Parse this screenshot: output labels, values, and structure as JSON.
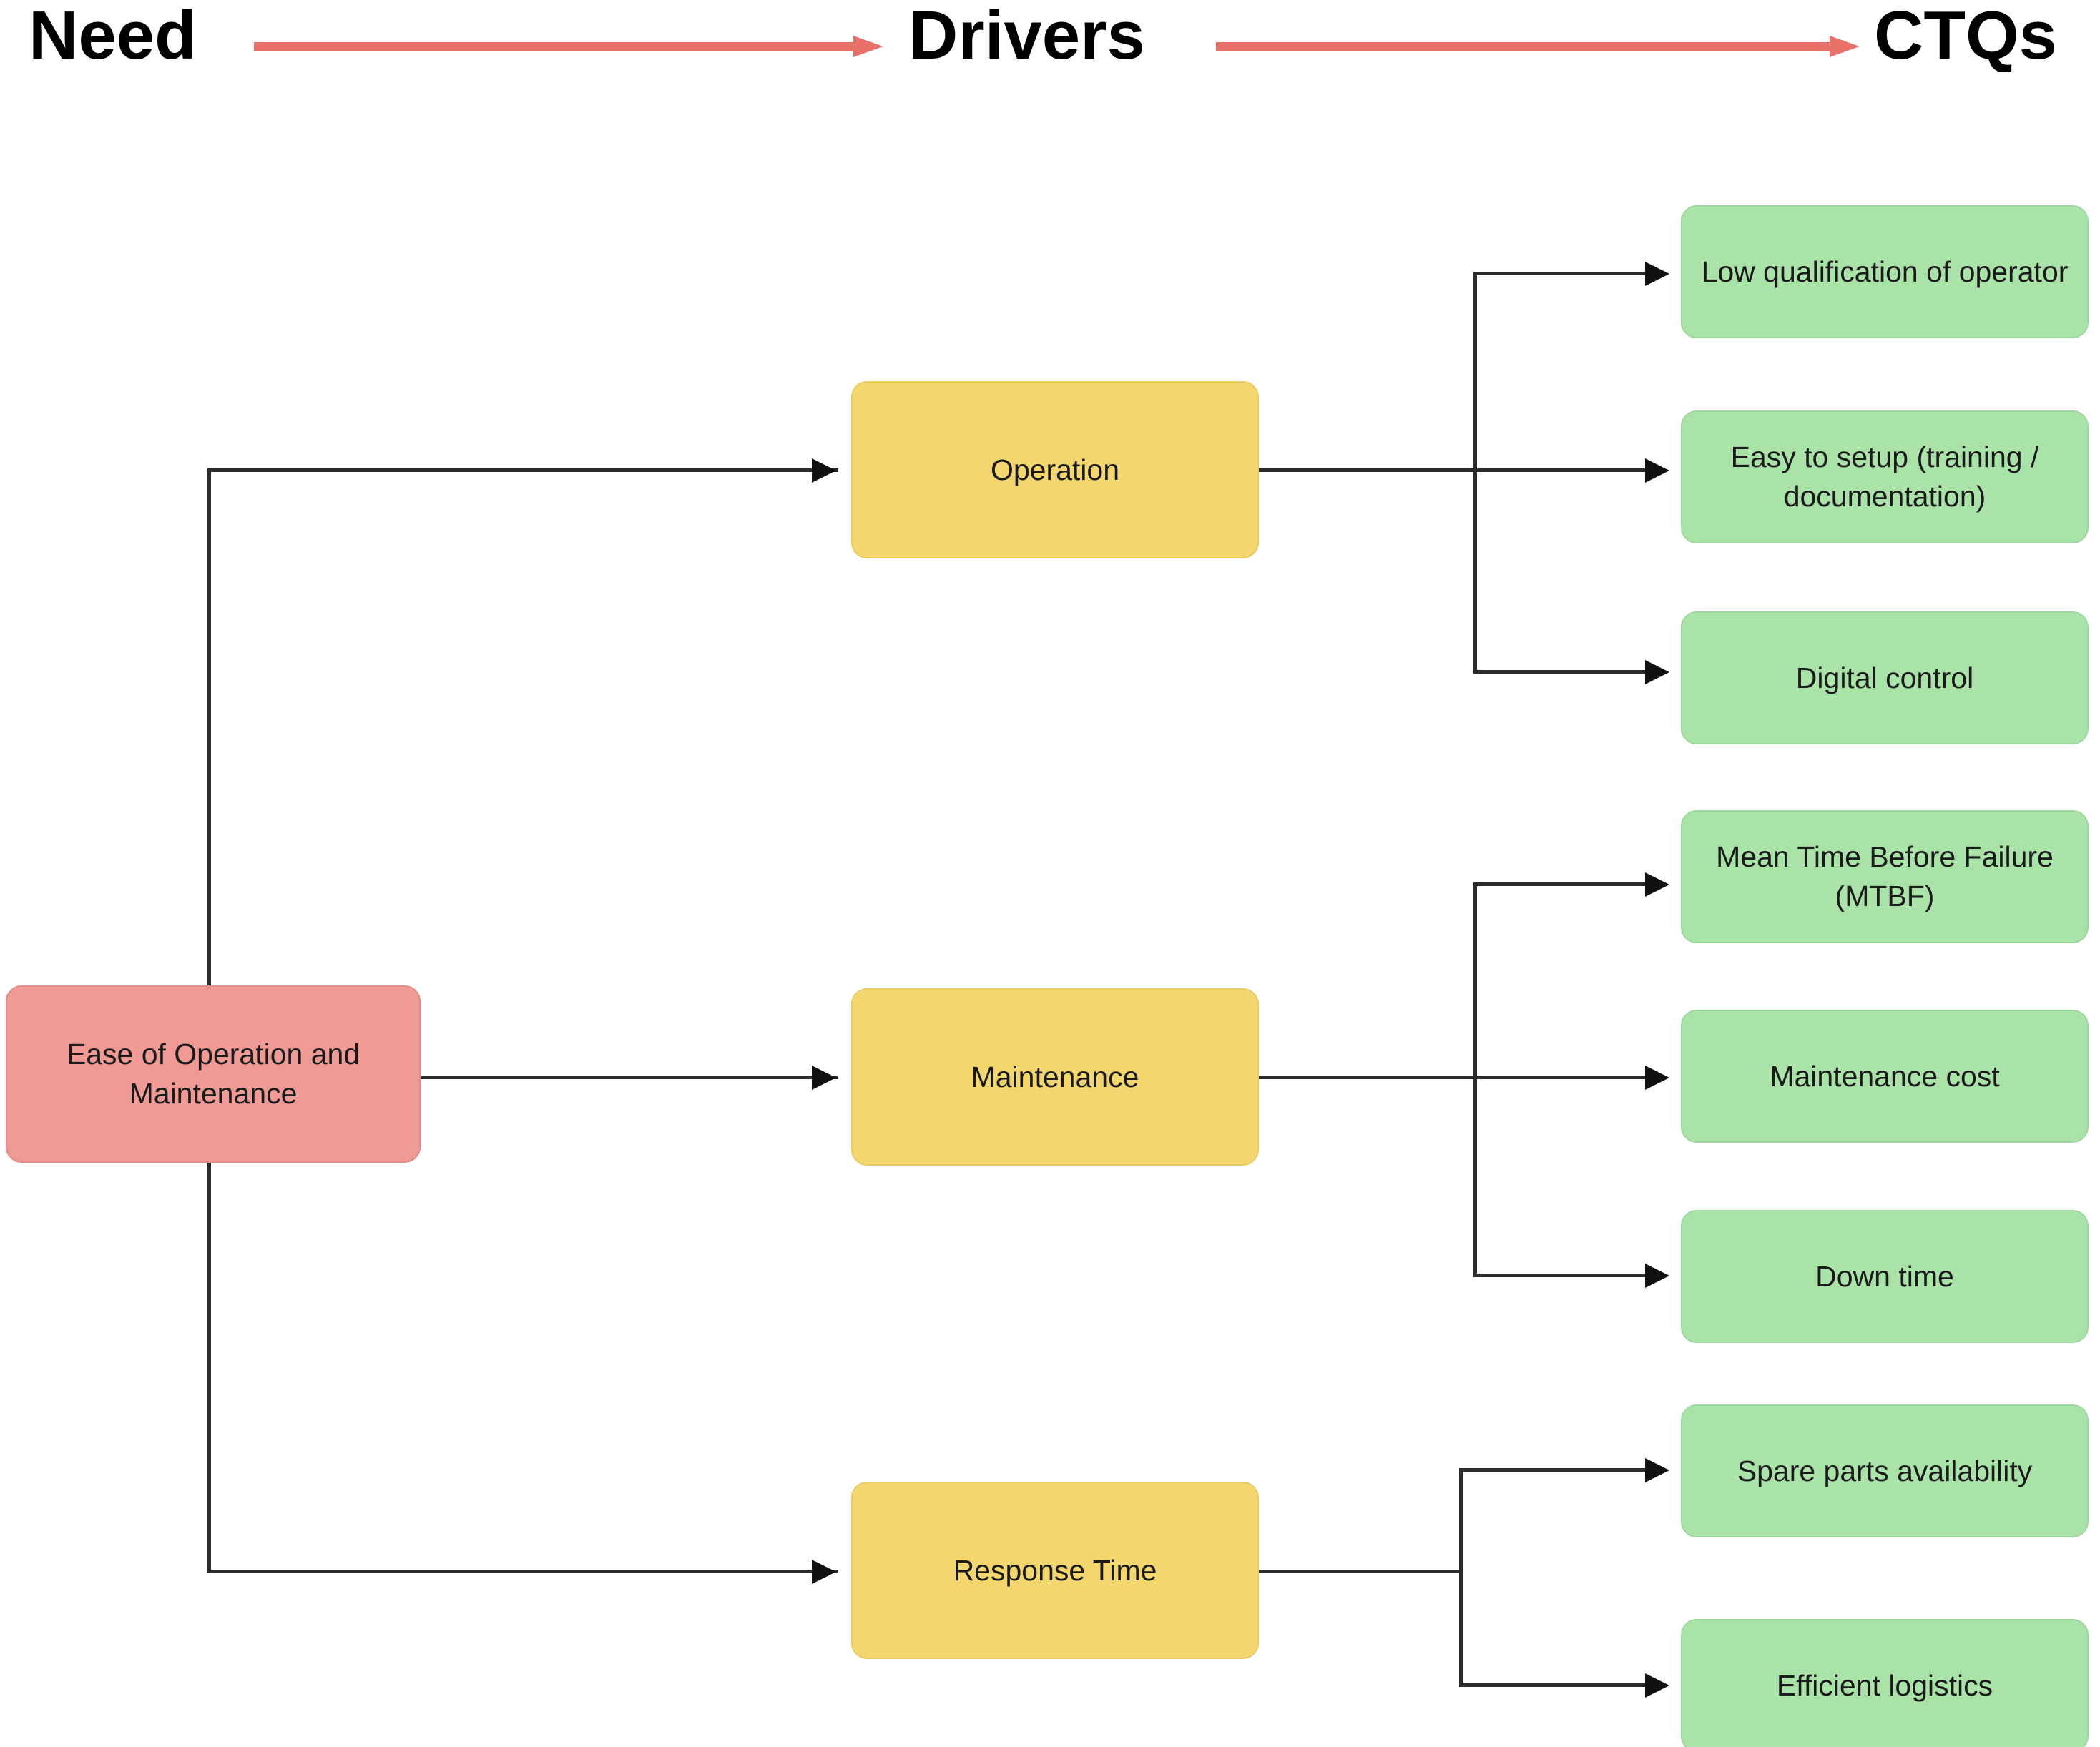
{
  "header": {
    "need_label": "Need",
    "drivers_label": "Drivers",
    "ctqs_label": "CTQs",
    "arrow_color": "#e8726a"
  },
  "colors": {
    "need_fill": "#ef9a94",
    "driver_fill": "#f3d66d",
    "ctq_fill": "#a9e3a8",
    "connector": "#2b2b2b",
    "background": "#ffffff"
  },
  "need": {
    "label": "Ease of Operation and Maintenance"
  },
  "drivers": [
    {
      "label": "Operation"
    },
    {
      "label": "Maintenance"
    },
    {
      "label": "Response Time"
    }
  ],
  "ctqs": {
    "operation": [
      {
        "label": "Low qualification of operator"
      },
      {
        "label": "Easy to setup (training / documentation)"
      },
      {
        "label": "Digital control"
      }
    ],
    "maintenance": [
      {
        "label": "Mean Time Before Failure (MTBF)"
      },
      {
        "label": "Maintenance cost"
      },
      {
        "label": "Down time"
      }
    ],
    "response_time": [
      {
        "label": "Spare parts availability"
      },
      {
        "label": "Efficient logistics"
      }
    ]
  }
}
